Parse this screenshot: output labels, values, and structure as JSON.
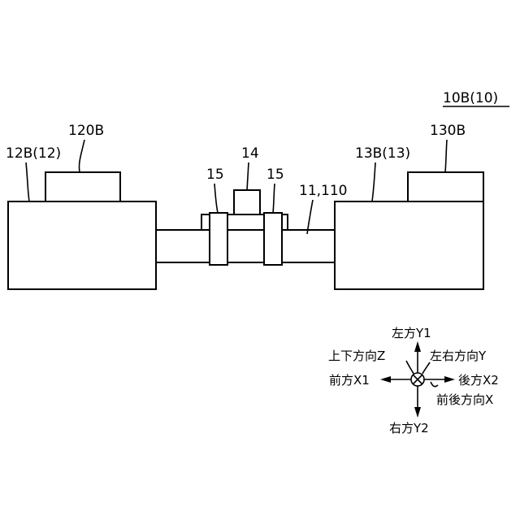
{
  "figure_label": "10B(10)",
  "components": {
    "left_box_label": "12B(12)",
    "left_top_label": "120B",
    "right_box_label": "13B(13)",
    "right_top_label": "130B",
    "center_part_label": "14",
    "clamp_left_label": "15",
    "clamp_right_label": "15",
    "shaft_label": "11,110"
  },
  "axes": {
    "left_y1": "左方Y1",
    "left_right_y": "左右方向Y",
    "up_down_z": "上下方向Z",
    "front_x1": "前方X1",
    "rear_x2": "後方X2",
    "front_rear_x": "前後方向X",
    "right_y2": "右方Y2"
  }
}
